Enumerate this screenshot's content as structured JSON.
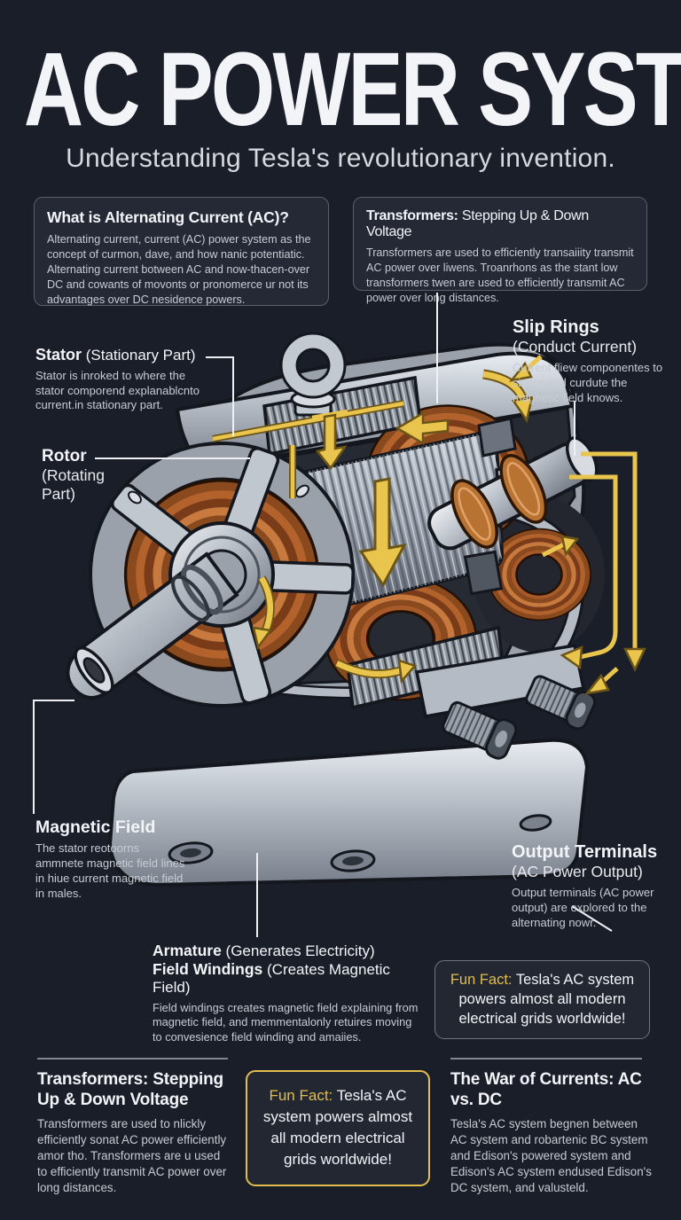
{
  "header": {
    "title": "AC POWER SYSTEM",
    "subtitle": "Understanding Tesla's revolutionary invention."
  },
  "info_boxes": {
    "what_is_ac": {
      "title": "What is Alternating Current (AC)?",
      "body": "Alternating current, current (AC) power system as the concept of curmon, dave, and how nanic potentiatic. Alternating current botween AC and now-thacen-over DC and cowants of movonts or pronomerce ur not its advantages over DC nesidence powers."
    },
    "transformers_top": {
      "title_bold": "Transformers:",
      "title_rest": " Stepping Up & Down Voltage",
      "body": "Transformers are used to efficiently transaiiity transmit AC power over liwens. Troanrhons as the stant low transformers twen are used to efficiently transmit AC power over long distances."
    }
  },
  "part_labels": {
    "stator": {
      "title_bold": "Stator",
      "title_rest": " (Stationary Part)",
      "body": "Stator is inroked to where the stator comporend explanablcnto current.in stationary part."
    },
    "rotor": {
      "title": "Rotor",
      "subtitle": "(Rotating Part)"
    },
    "slip_rings": {
      "title": "Slip Rings",
      "subtitle": "(Conduct Current)",
      "body": "Current fliew componentes to sinere and curdute the magnetic field knows."
    },
    "magnetic_field": {
      "title": "Magnetic Field",
      "body": "The stator reotoorns ammnete magnetic field lines in hiue current magnetic field in males."
    },
    "output_terminals": {
      "title": "Output Terminals",
      "subtitle": "(AC Power Output)",
      "body": "Output terminals (AC power output) are explored to the alternating nowr."
    },
    "armature": {
      "line1_bold": "Armature",
      "line1_rest": " (Generates Electricity)",
      "line2_bold": "Field Windings",
      "line2_rest": " (Creates Magnetic Field)",
      "body": "Field windings creates magnetic field explaining from magnetic field, and memmentalonly retuires moving to convesience field winding and amaiies."
    }
  },
  "fun_fact_side": {
    "label": "Fun Fact:",
    "text": " Tesla's AC system powers almost all modern electrical grids worldwide!"
  },
  "footer": {
    "transformers": {
      "title": "Transformers: Stepping Up & Down Voltage",
      "body": "Transformers are used to nlickly efficiently sonat AC power efficiently amor tho. Transformers are u used to efficiently transmit AC power over long distances."
    },
    "fun_fact": {
      "label": "Fun Fact:",
      "text": " Tesla's AC system powers almost all modern electrical grids worldwide!"
    },
    "war_of_currents": {
      "title": "The War of Currents: AC vs. DC",
      "body": "Tesla's AC system begnen between AC system and robartenic BC system and Edison's powered system and Edison's AC system endused Edison's DC system, and valusteld."
    }
  },
  "colors": {
    "background": "#1a1e28",
    "panel": "#242935",
    "panel_border": "#5a5f69",
    "accent_gold": "#e3bd4e",
    "text_primary": "#f2f4f7",
    "text_secondary": "#c7ccd4",
    "copper": "#a85a28",
    "metal": "#b7bec7",
    "leader": "#eef0f3"
  }
}
